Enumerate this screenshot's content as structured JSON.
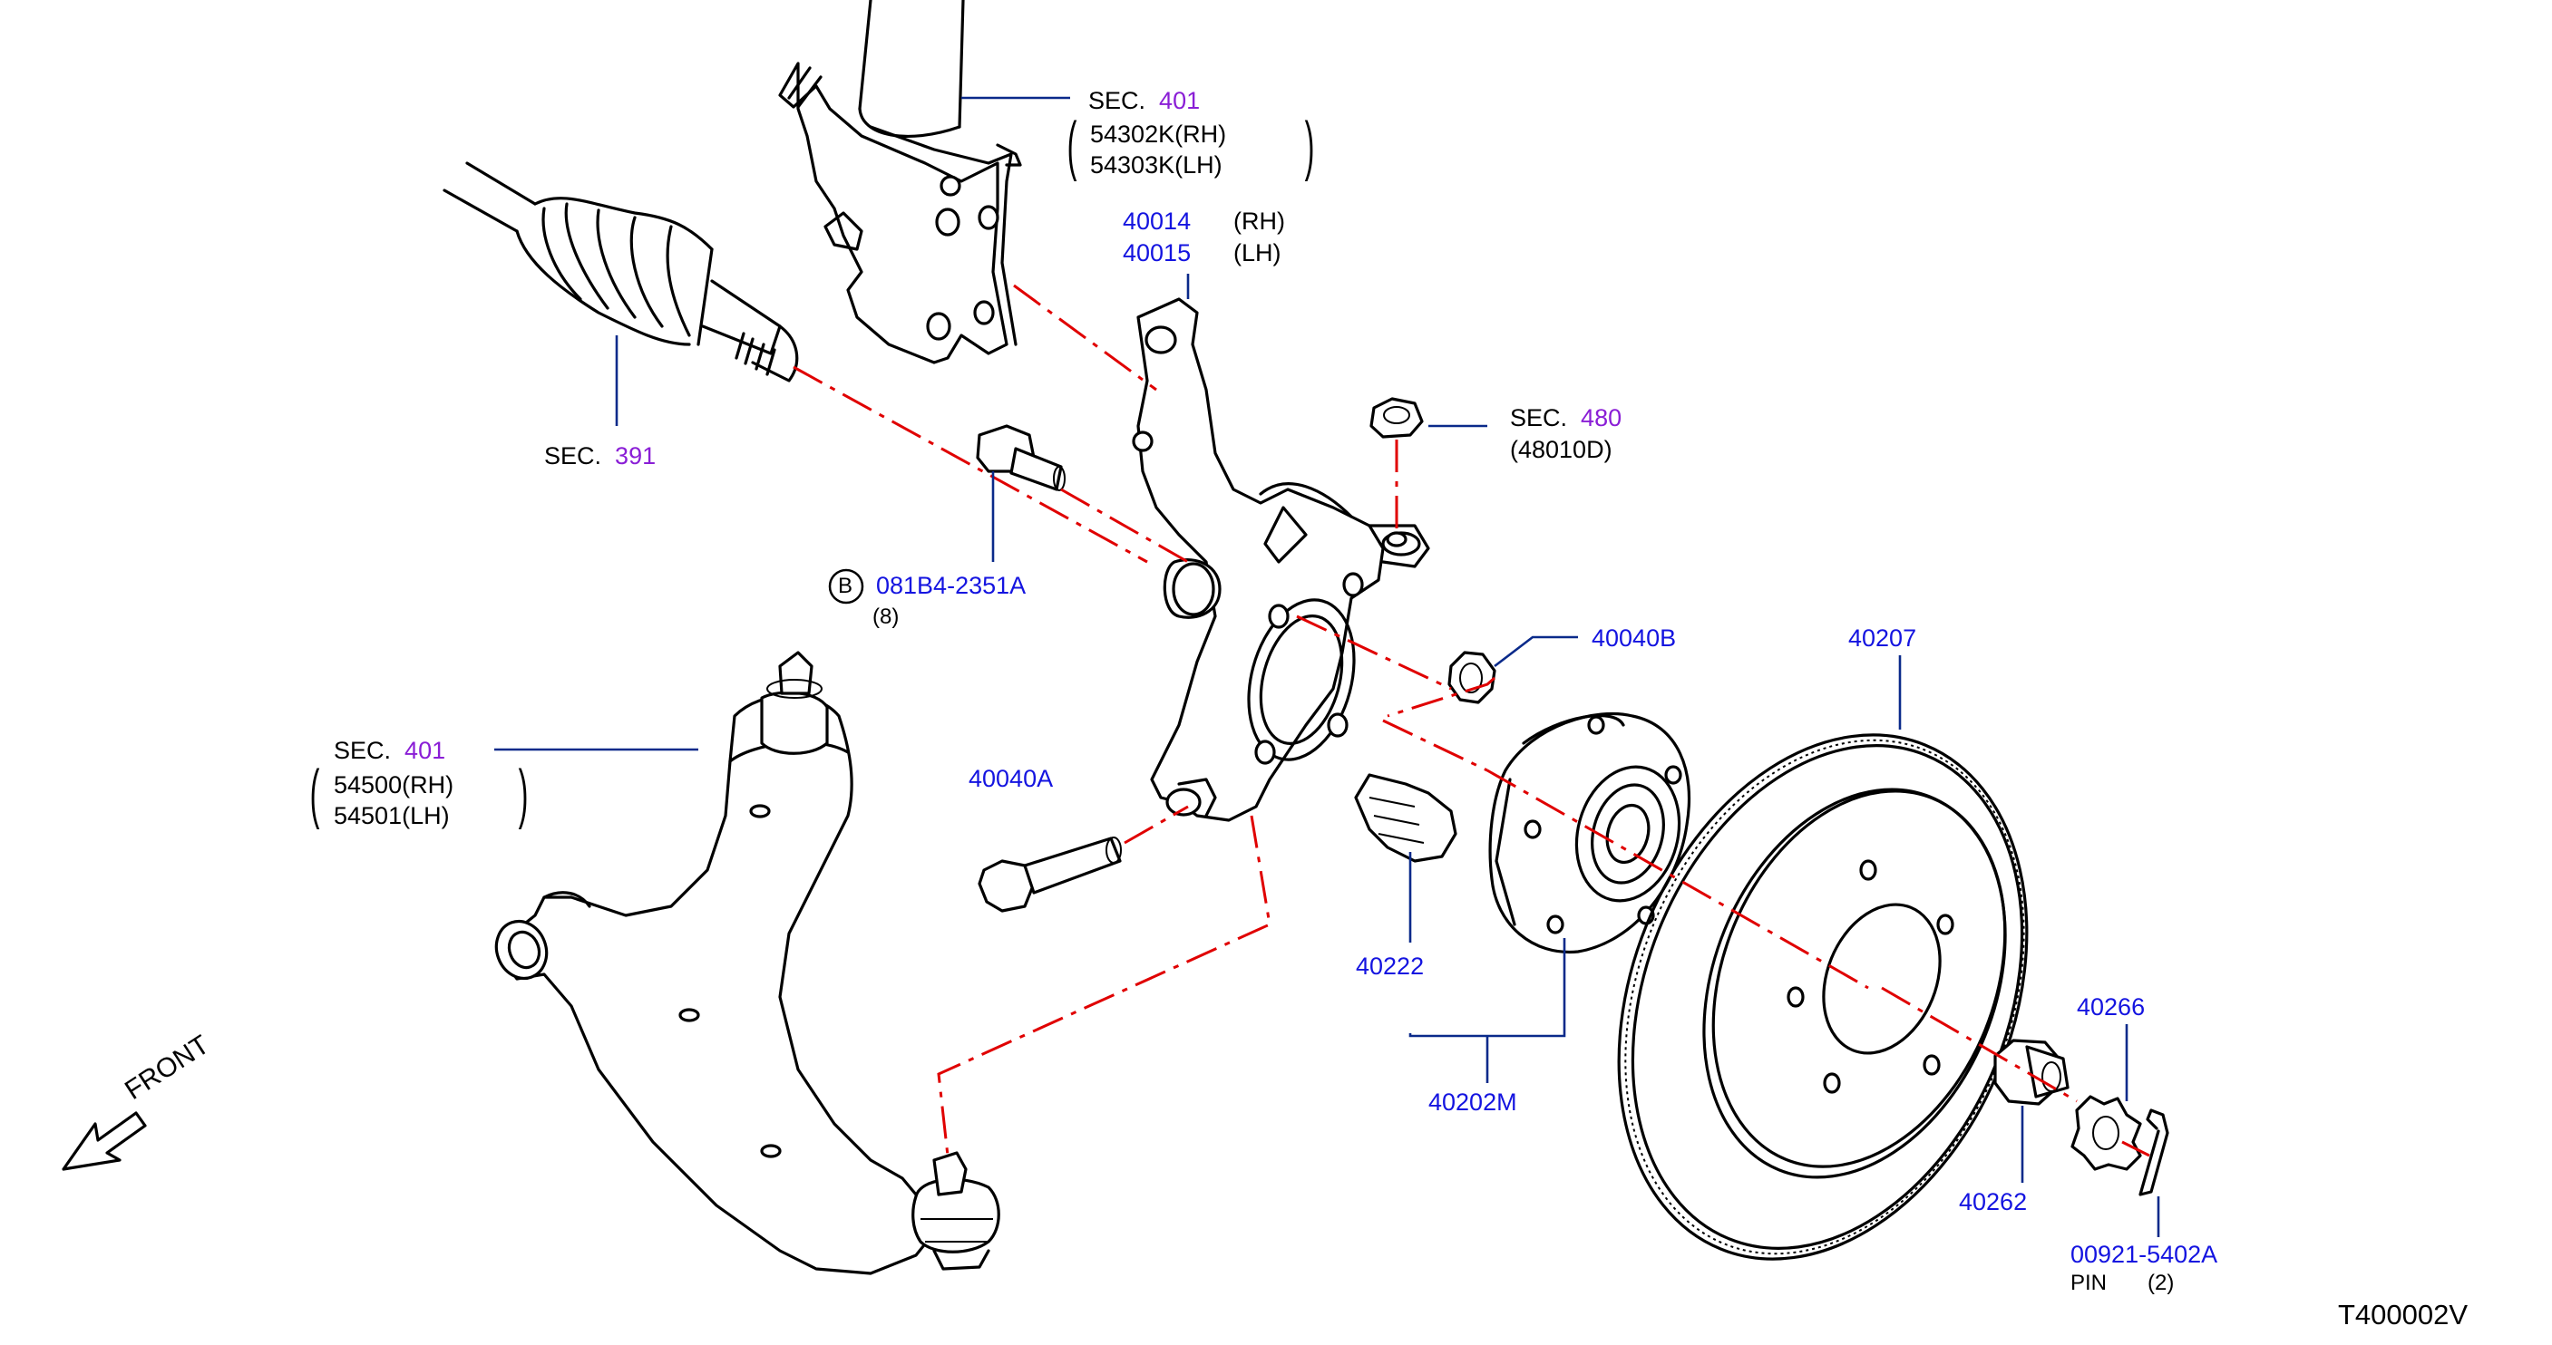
{
  "diagram_code": "T400002V",
  "direction_label": "FRONT",
  "strut": {
    "sec": "SEC.",
    "sec_num": "401",
    "rh": "54302K(RH)",
    "lh": "54303K(LH)"
  },
  "knuckle": {
    "rh_num": "40014",
    "rh": "(RH)",
    "lh_num": "40015",
    "lh": "(LH)"
  },
  "driveshaft": {
    "sec": "SEC.",
    "sec_num": "391"
  },
  "tierod": {
    "sec": "SEC.",
    "sec_num": "480",
    "part": "(48010D)"
  },
  "bolt": {
    "badge": "B",
    "part": "081B4-2351A",
    "qty": "(8)"
  },
  "nut_40040b": "40040B",
  "bolt_40040a": "40040A",
  "lower_arm": {
    "sec": "SEC.",
    "sec_num": "401",
    "rh": "54500(RH)",
    "lh": "54501(LH)"
  },
  "rotor": "40207",
  "hub_bolt": "40222",
  "hub_assy": "40202M",
  "nut_retainer": "40266",
  "hub_nut": "40262",
  "cotter_pin": {
    "part": "00921-5402A",
    "name": "PIN",
    "qty": "(2)"
  }
}
